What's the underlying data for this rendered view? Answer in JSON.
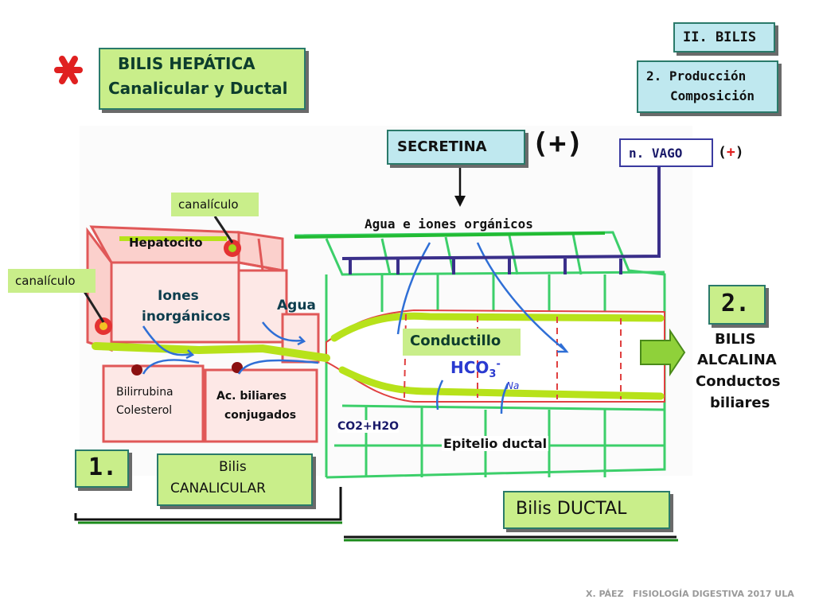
{
  "header": {
    "section_tag": "II. BILIS",
    "subsection_line1": "2. Producción",
    "subsection_line2": "Composición",
    "title_line1": "BILIS HEPÁTICA",
    "title_line2": "Canalicular y Ductal"
  },
  "regulators": {
    "secretina": "SECRETINA",
    "secretina_effect": "(+)",
    "vago": "n. VAGO",
    "vago_effect_open": "(",
    "vago_effect_sign": "+",
    "vago_effect_close": ")",
    "secretina_output": "Agua e iones orgánicos"
  },
  "labels": {
    "canaliculo_top": "canalículo",
    "canaliculo_left": "canalículo",
    "hepatocito": "Hepatocito",
    "iones_line1": "Iones",
    "iones_line2": "inorgánicos",
    "agua": "Agua",
    "bilirrubina_line1": "Bilirrubina",
    "bilirrubina_line2": "Colesterol",
    "acidos_line1": "Ac. biliares",
    "acidos_line2": "conjugados",
    "conductillo": "Conductillo",
    "hco3": "HCO",
    "hco3_sub": "3",
    "hco3_sup": "-",
    "na": "Na",
    "co2": "CO2+H2O",
    "epitelio": "Epitelio ductal"
  },
  "steps": {
    "step1": "1.",
    "step2": "2.",
    "canalicular_line1": "Bilis",
    "canalicular_line2": "CANALICULAR",
    "ductal": "Bilis DUCTAL",
    "alcalina_line1": "BILIS",
    "alcalina_line2": "ALCALINA",
    "alcalina_line3": "Conductos",
    "alcalina_line4": "biliares"
  },
  "footer": {
    "credit": "X. PÁEZ   FISIOLOGÍA DIGESTIVA 2017 ULA"
  },
  "colors": {
    "label_green": "#c9ee8a",
    "label_blue": "#bfe8ef",
    "hepatocyte_red": "#e05858",
    "duct_green": "#3ccf6a",
    "bile_yellow_green": "#b7e21a",
    "arrow_blue": "#2f6fd6",
    "nerve_navy": "#3a2f8a",
    "accent_red": "#e02020"
  }
}
